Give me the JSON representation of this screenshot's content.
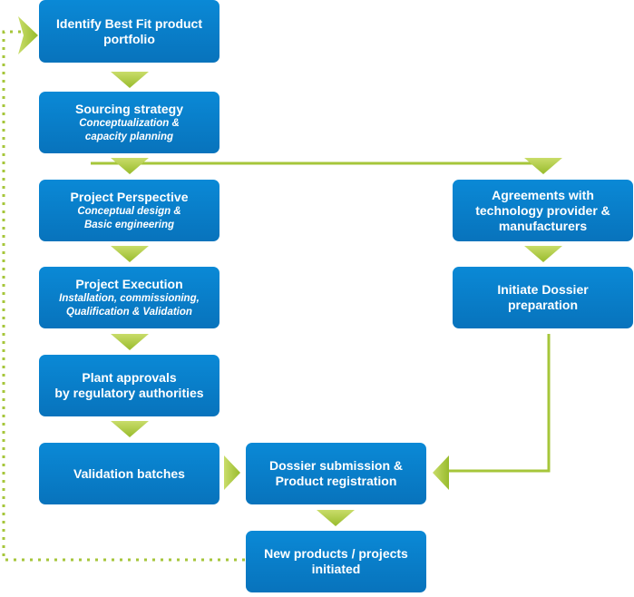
{
  "boxes": {
    "identify": {
      "title": "Identify Best Fit product\nportfolio"
    },
    "sourcing": {
      "title": "Sourcing strategy",
      "subtitle": "Conceptualization &\ncapacity planning"
    },
    "perspective": {
      "title": "Project Perspective",
      "subtitle": "Conceptual design &\nBasic engineering"
    },
    "execution": {
      "title": "Project Execution",
      "subtitle": "Installation, commissioning,\nQualification & Validation"
    },
    "approvals": {
      "title": "Plant approvals\nby regulatory authorities"
    },
    "validation": {
      "title": "Validation batches"
    },
    "agreements": {
      "title": "Agreements with\ntechnology provider &\nmanufacturers"
    },
    "dossier_prep": {
      "title": "Initiate Dossier\npreparation"
    },
    "dossier_submit": {
      "title": "Dossier submission &\nProduct registration"
    },
    "new_products": {
      "title": "New products / projects\ninitiated"
    }
  },
  "colors": {
    "box_fill": "#0a7fcc",
    "connector": "#a6c63a",
    "arrow_fill": "#b5cf45"
  }
}
